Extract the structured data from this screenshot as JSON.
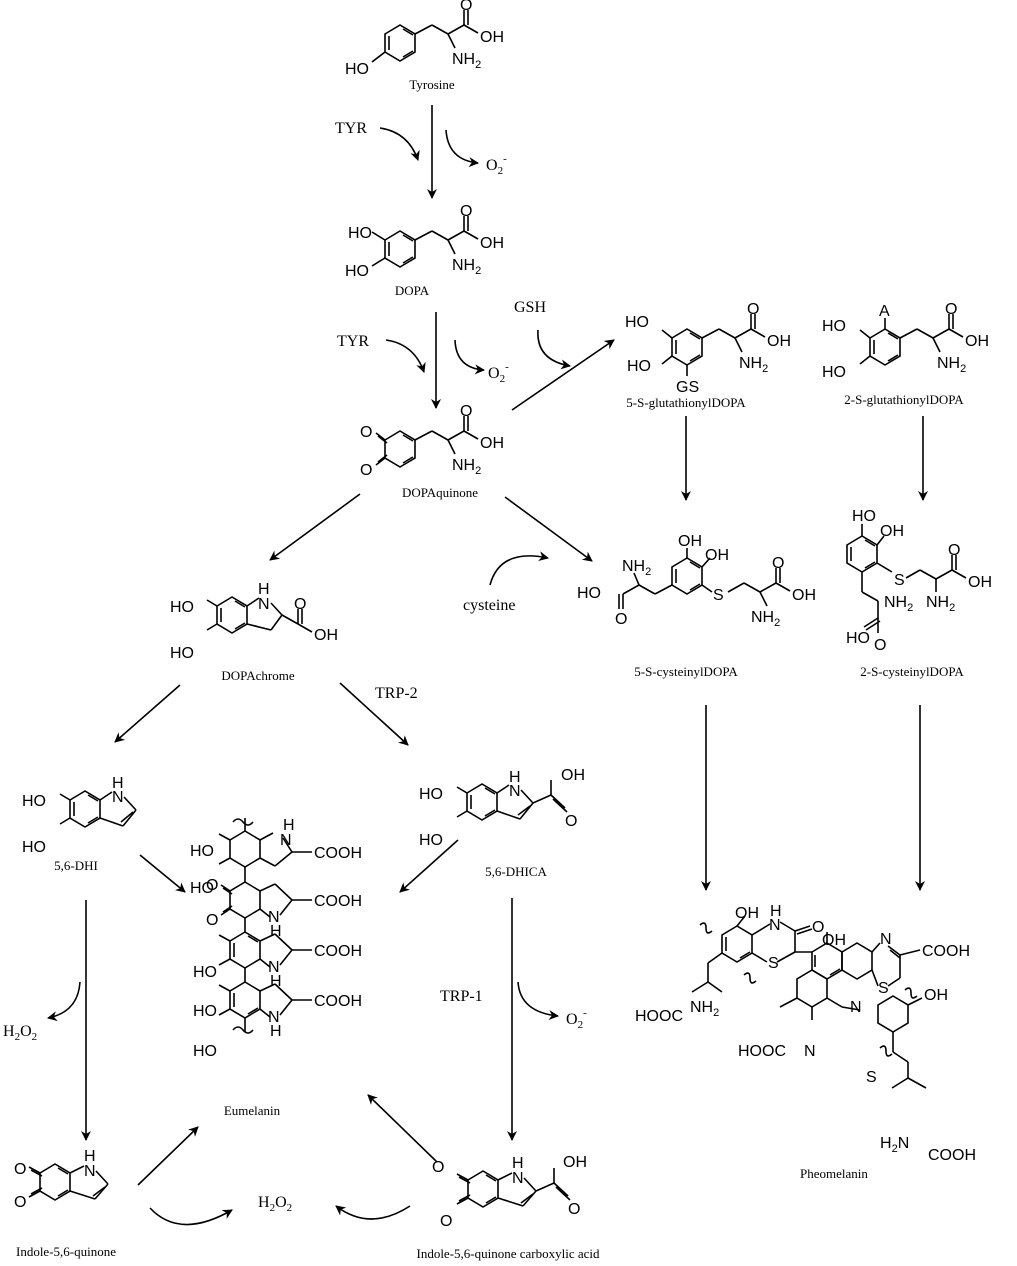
{
  "compounds": {
    "tyrosine": "Tyrosine",
    "dopa": "DOPA",
    "dopaquinone": "DOPAquinone",
    "dopachrome": "DOPAchrome",
    "dhi": "5,6-DHI",
    "dhica": "5,6-DHICA",
    "eumelanin": "Eumelanin",
    "indole_quinone": "Indole-5,6-quinone",
    "indole_quinone_ca": "Indole-5,6-quinone carboxylic acid",
    "glut5": "5-S-glutathionylDOPA",
    "glut2": "2-S-glutathionylDOPA",
    "cys5": "5-S-cysteinylDOPA",
    "cys2": "2-S-cysteinylDOPA",
    "pheomelanin": "Pheomelanin"
  },
  "reagents": {
    "tyr": "TYR",
    "gsh": "GSH",
    "cysteine": "cysteine",
    "trp2": "TRP-2",
    "trp1": "TRP-1",
    "superoxide": "O",
    "superoxide_sub": "2",
    "superoxide_sup": "-",
    "peroxide_h": "H",
    "peroxide_sub": "2",
    "peroxide_o": "O",
    "peroxide_sub2": "2"
  },
  "atoms": {
    "ho": "HO",
    "oh": "OH",
    "nh2": "NH",
    "nh2_sub": "2",
    "o": "O",
    "nh": "H",
    "n": "N",
    "s": "S",
    "gs": "GS",
    "a": "A",
    "cooh": "COOH",
    "hooc": "HOOC",
    "h2n": "H",
    "h2n_sub": "2",
    "h2n_n": "N"
  }
}
